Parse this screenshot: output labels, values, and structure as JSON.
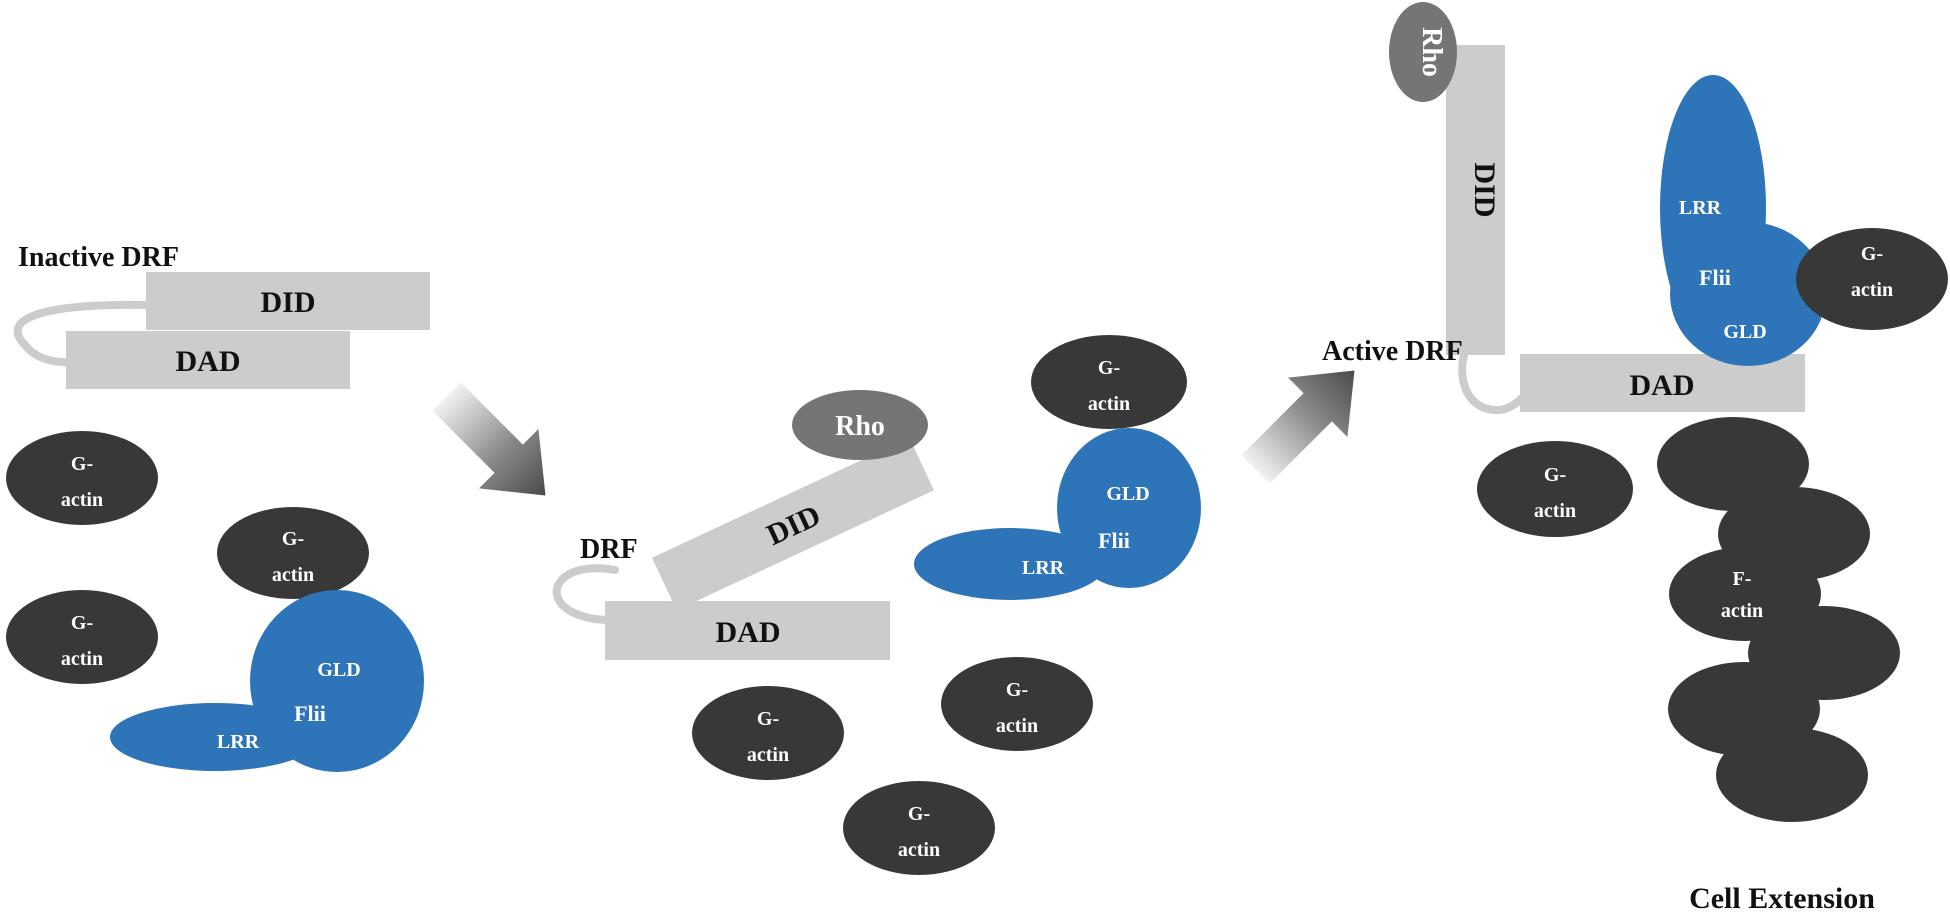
{
  "colors": {
    "domain_gray": "#cccccc",
    "g_actin": "#383838",
    "flii_blue": "#2d74b8",
    "rho": "#757575",
    "text_dark": "#111111",
    "text_light": "#ffffff"
  },
  "labels": {
    "inactive_drf": "Inactive DRF",
    "drf": "DRF",
    "active_drf": "Active DRF",
    "did": "DID",
    "dad": "DAD",
    "rho": "Rho",
    "g_actin_top": "G-",
    "g_actin_bottom": "actin",
    "f_actin_top": "F-",
    "f_actin_bottom": "actin",
    "gld": "GLD",
    "flii": "Flii",
    "lrr": "LRR",
    "cell_extension": "Cell Extension"
  },
  "icons": {
    "transition_arrow_1": "arrow-down-right-icon",
    "transition_arrow_2": "arrow-up-right-icon"
  }
}
